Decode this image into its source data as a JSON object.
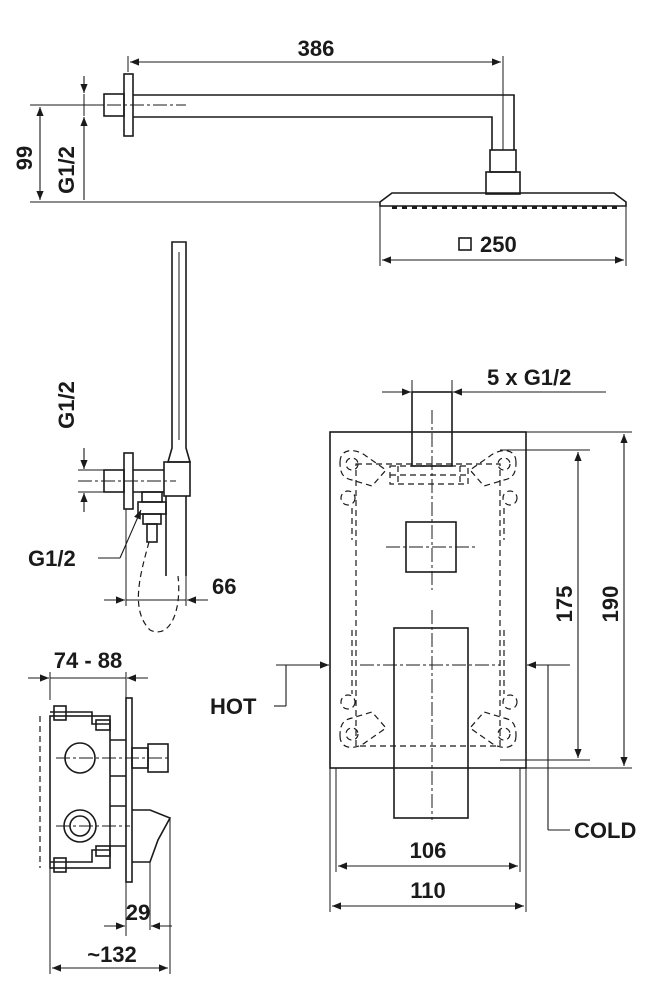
{
  "labels": {
    "arm_length": "386",
    "head_height": "99",
    "arm_thread": "G1/2",
    "head_size": "250",
    "hand_thread": "G1/2",
    "hose_thread": "G1/2",
    "holder_depth": "66",
    "box_depth": "74 - 88",
    "hot": "HOT",
    "outlets": "5 x G1/2",
    "height_inner": "175",
    "height_outer": "190",
    "cold": "COLD",
    "width_inner": "106",
    "width_outer": "110",
    "plate_depth": "29",
    "total_depth": "~132"
  }
}
